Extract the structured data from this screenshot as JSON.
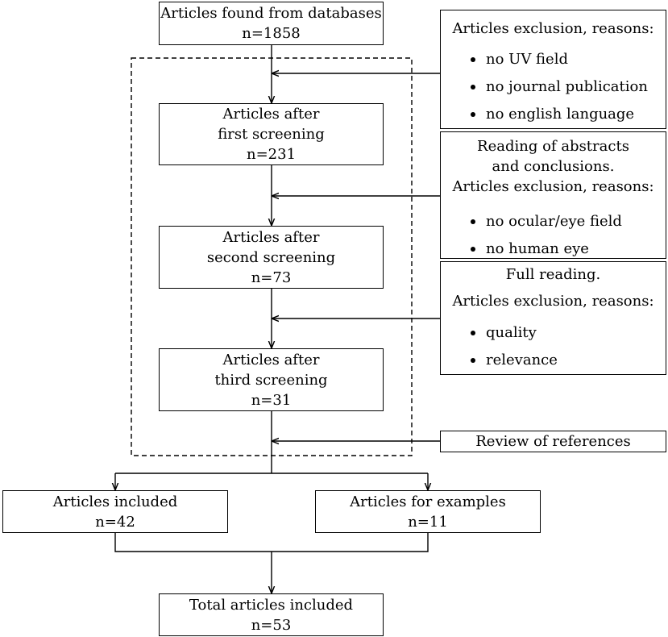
{
  "nodes": {
    "found": [
      "Articles found from databases",
      "n=1858"
    ],
    "first": [
      "Articles after",
      "first screening",
      "n=231"
    ],
    "second": [
      "Articles after",
      "second screening",
      "n=73"
    ],
    "third": [
      "Articles after",
      "third screening",
      "n=31"
    ],
    "included": [
      "Articles included",
      "n=42"
    ],
    "examples": [
      "Articles for examples",
      "n=11"
    ],
    "total": [
      "Total articles included",
      "n=53"
    ]
  },
  "exclusions": {
    "first": {
      "heading": [
        "Articles exclusion, reasons:"
      ],
      "reasons": [
        "no UV field",
        "no journal publication",
        "no english language"
      ]
    },
    "second": {
      "heading": [
        "Reading of abstracts",
        "and conclusions.",
        "Articles exclusion, reasons:"
      ],
      "reasons": [
        "no ocular/eye field",
        "no human eye"
      ]
    },
    "third": {
      "heading": [
        "Full reading.",
        "Articles exclusion, reasons:"
      ],
      "reasons": [
        "quality",
        "relevance"
      ]
    },
    "references": [
      "Review of references"
    ]
  }
}
